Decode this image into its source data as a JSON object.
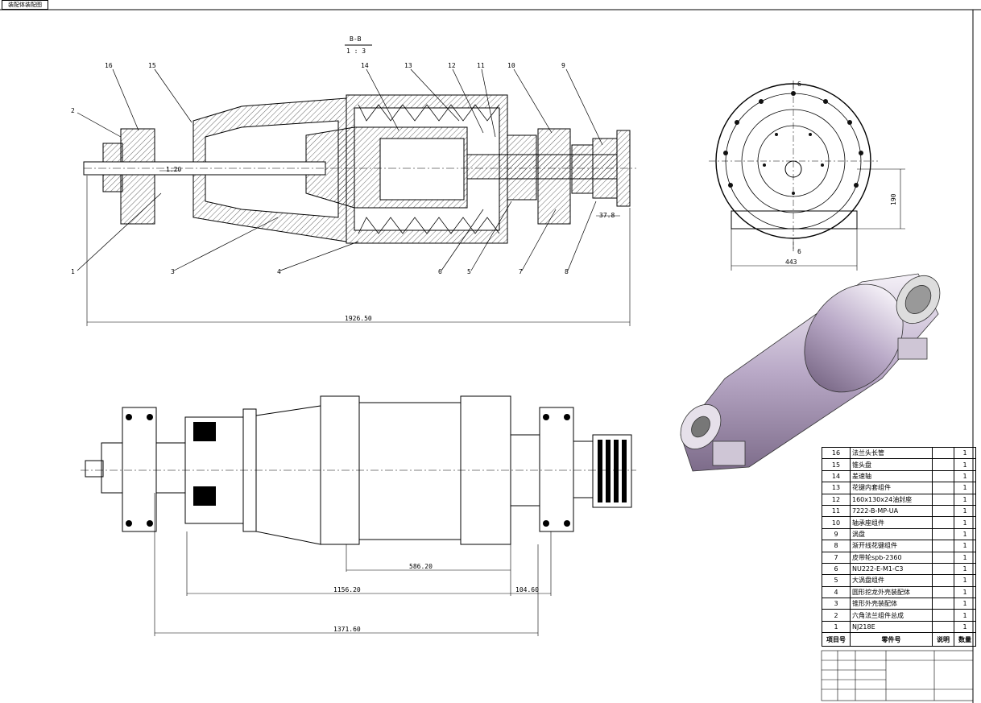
{
  "drawing": {
    "corner_tag": "装配体装配图",
    "section": {
      "label": "B-B",
      "scale": "1 : 3"
    },
    "callouts": [
      "16",
      "15",
      "2",
      "14",
      "13",
      "12",
      "11",
      "10",
      "9",
      "1",
      "3",
      "4",
      "6",
      "5",
      "7",
      "8"
    ],
    "end_view_label": "6",
    "dimensions": {
      "overall_length": "1926.50",
      "shaft_dia": "1.20",
      "pulley_width": "37.8",
      "end_width": "443",
      "end_height": "190",
      "drum_length": "586.20",
      "body_length": "1156.20",
      "pulley_offset": "104.60",
      "total_length": "1371.60"
    }
  },
  "bom": {
    "rows": [
      {
        "no": "16",
        "name": "法兰头长管",
        "qty": "1"
      },
      {
        "no": "15",
        "name": "锥头盘",
        "qty": "1"
      },
      {
        "no": "14",
        "name": "差速轴",
        "qty": "1"
      },
      {
        "no": "13",
        "name": "花键内套组件",
        "qty": "1"
      },
      {
        "no": "12",
        "name": "160x130x24油封座",
        "qty": "1"
      },
      {
        "no": "11",
        "name": "7222-B-MP-UA",
        "qty": "1"
      },
      {
        "no": "10",
        "name": "轴承座组件",
        "qty": "1"
      },
      {
        "no": "9",
        "name": "涡盘",
        "qty": "1"
      },
      {
        "no": "8",
        "name": "渐开线花键组件",
        "qty": "1"
      },
      {
        "no": "7",
        "name": "皮带轮spb-2360",
        "qty": "1"
      },
      {
        "no": "6",
        "name": "NU222-E-M1-C3",
        "qty": "1"
      },
      {
        "no": "5",
        "name": "大涡盘组件",
        "qty": "1"
      },
      {
        "no": "4",
        "name": "圆形挖龙外壳装配体",
        "qty": "1"
      },
      {
        "no": "3",
        "name": "锥形外壳装配体",
        "qty": "1"
      },
      {
        "no": "2",
        "name": "六角法兰组件总成",
        "qty": "1"
      },
      {
        "no": "1",
        "name": "NJ218E",
        "qty": "1"
      }
    ],
    "header": {
      "no": "项目号",
      "name": "零件号",
      "desc": "说明",
      "qty": "数量"
    }
  }
}
